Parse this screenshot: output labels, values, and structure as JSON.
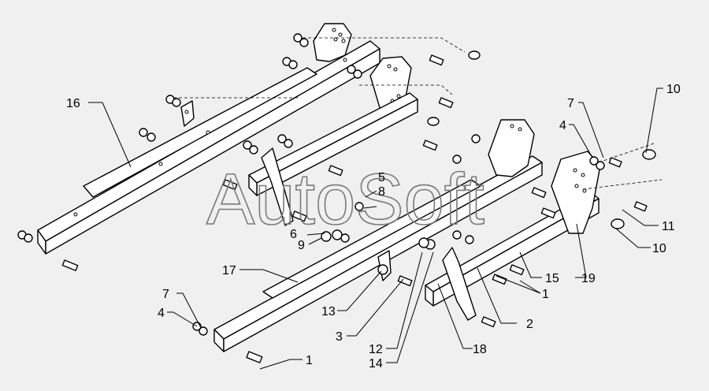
{
  "watermark": "AutoSoft",
  "callouts": {
    "c1_a": "1",
    "c1_b": "1",
    "c2": "2",
    "c3": "3",
    "c4_a": "4",
    "c4_b": "4",
    "c5": "5",
    "c6": "6",
    "c7_a": "7",
    "c7_b": "7",
    "c8": "8",
    "c9": "9",
    "c10_a": "10",
    "c10_b": "10",
    "c11": "11",
    "c12": "12",
    "c13": "13",
    "c14": "14",
    "c15": "15",
    "c16": "16",
    "c17": "17",
    "c18": "18",
    "c19": "19"
  }
}
